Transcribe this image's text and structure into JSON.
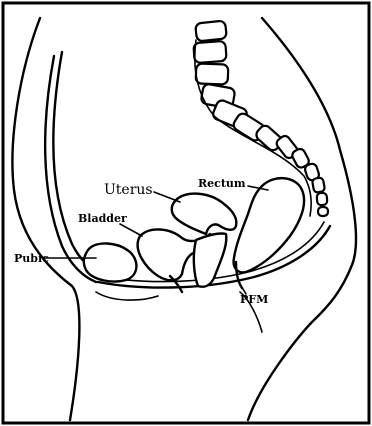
{
  "labels": {
    "pubic": "Pubic",
    "bladder": "Bladder",
    "uterus": "Uterus",
    "rectum": "Rectum",
    "pfm": "PFM"
  },
  "colors": {
    "ink": "#000000",
    "background": "#ffffff"
  }
}
